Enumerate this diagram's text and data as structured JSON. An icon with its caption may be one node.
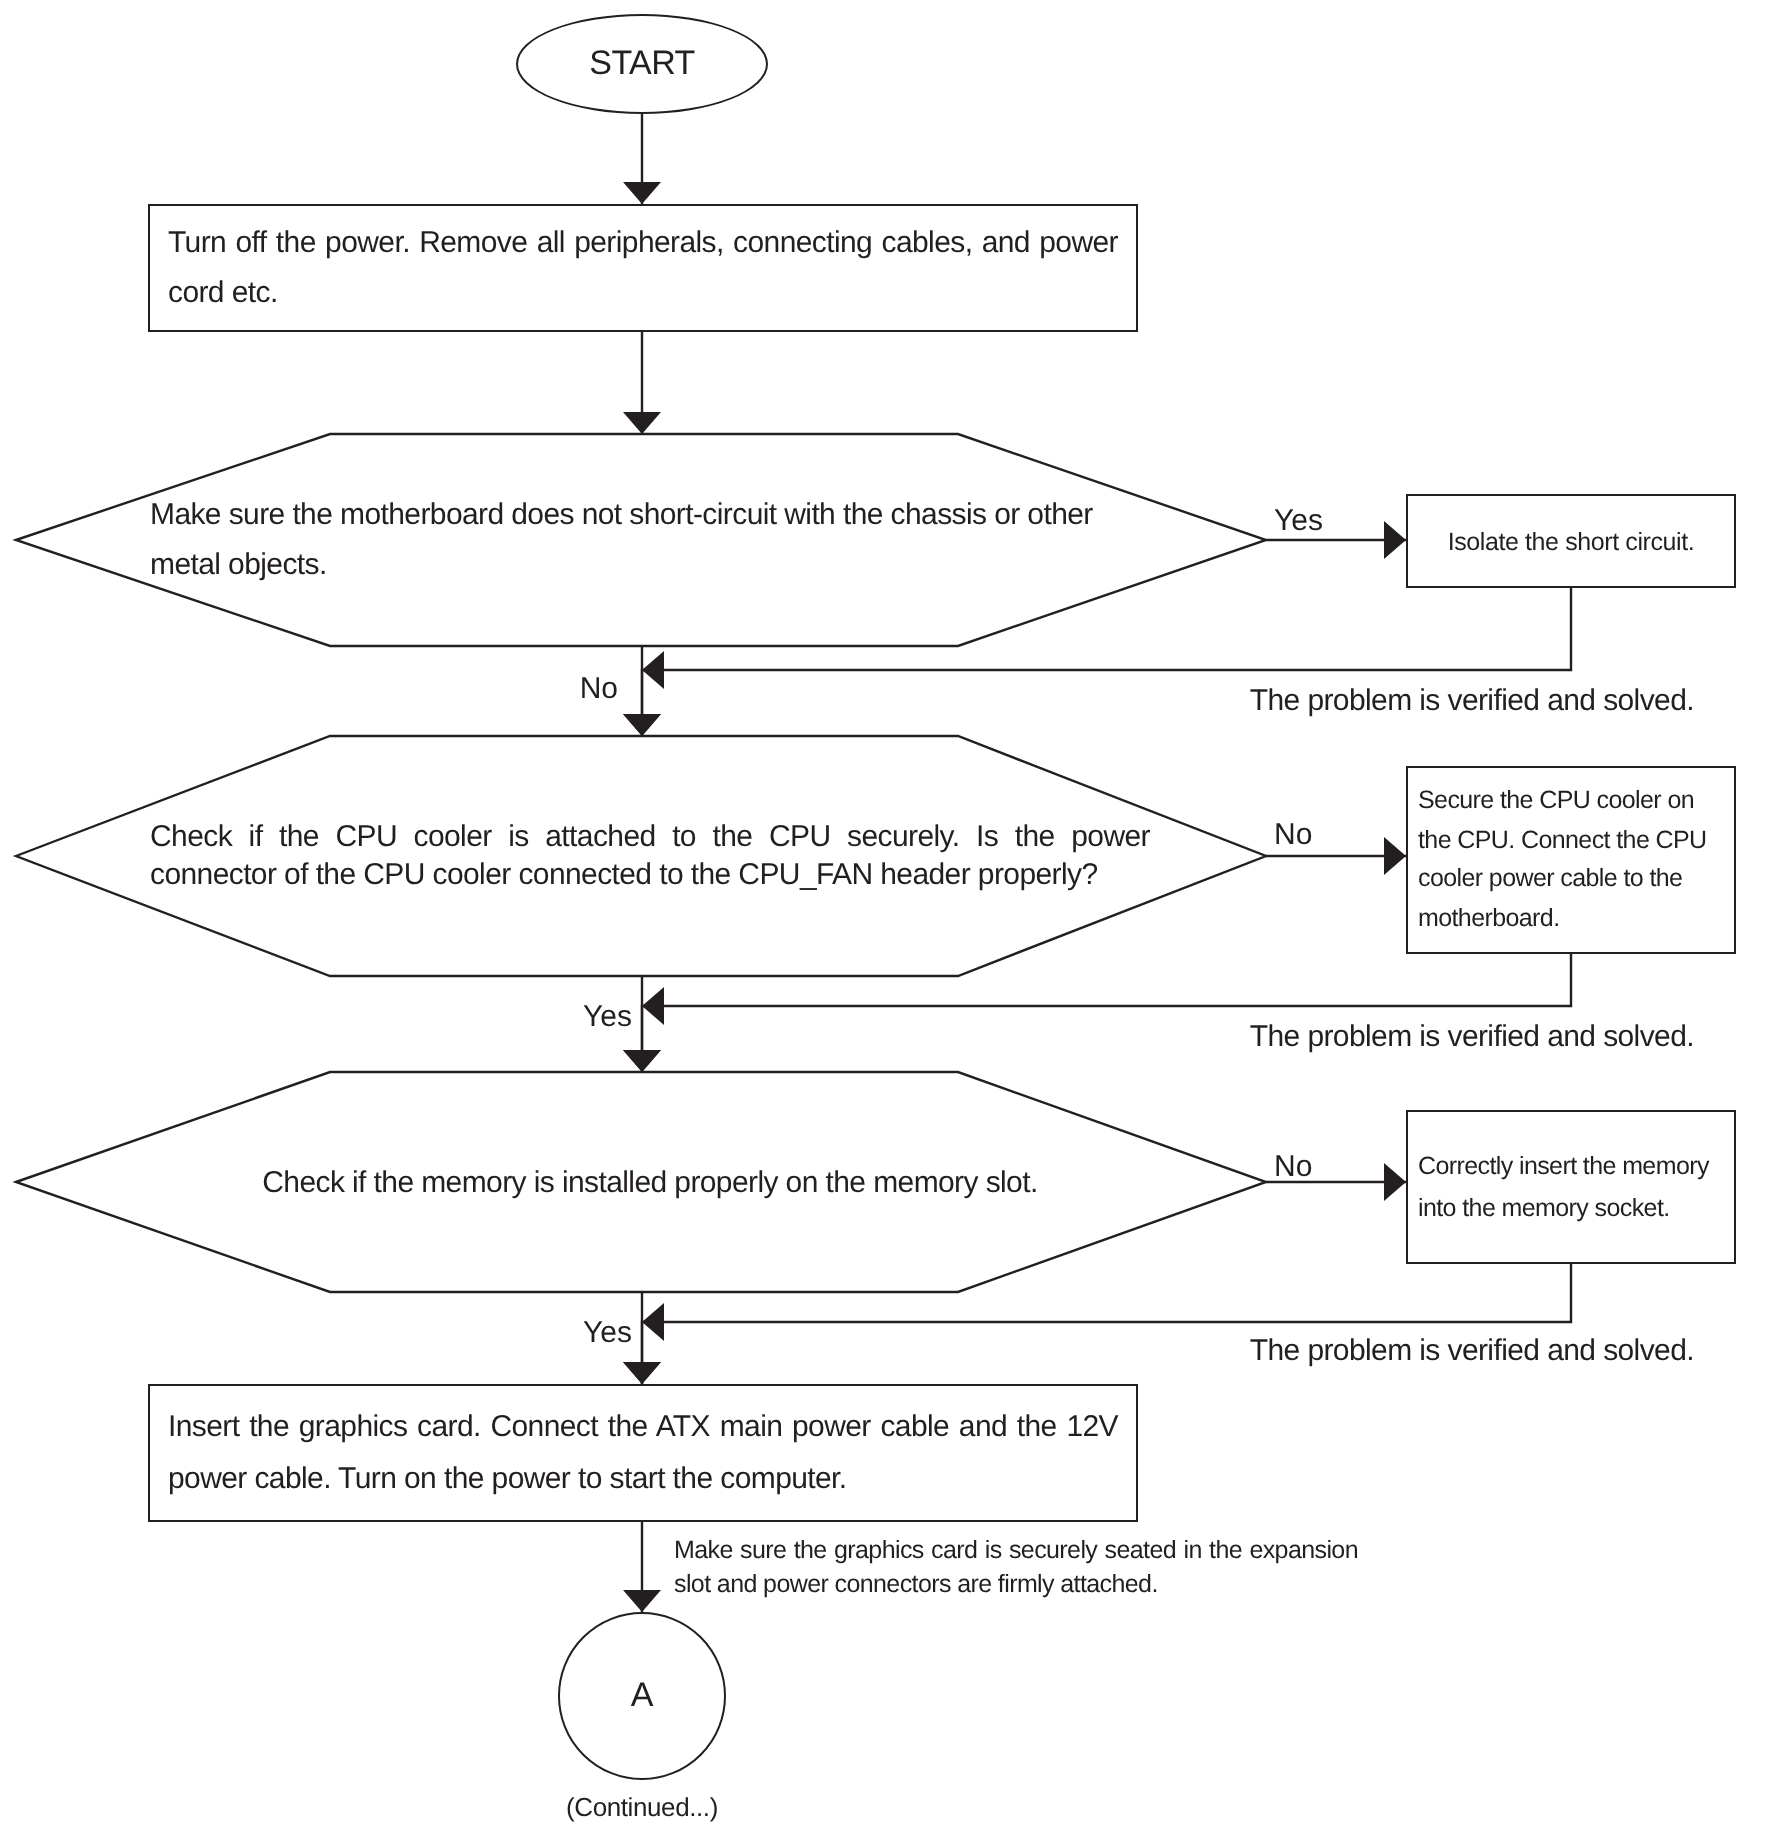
{
  "diagram": {
    "nodes": [
      {
        "text": [
          "START"
        ]
      },
      {
        "text": [
          "Turn off the power. Remove all peripherals, connecting cables, and power cord etc."
        ]
      },
      {
        "text": [
          "Make sure the motherboard does not short-circuit with the chassis or other metal objects."
        ]
      },
      {
        "text": [
          "Isolate the short circuit."
        ]
      },
      {
        "text": [
          "Check if the CPU cooler is attached to the CPU securely. Is the power connector of the CPU cooler connected to the CPU_FAN header properly?"
        ]
      },
      {
        "text": [
          "Secure the CPU cooler on the CPU. Connect the CPU cooler power cable to the motherboard."
        ]
      },
      {
        "text": [
          "Check if the memory is installed properly on the memory slot."
        ]
      },
      {
        "text": [
          "Correctly insert the memory into the memory socket."
        ]
      },
      {
        "text": [
          "Insert the graphics card. Connect the ATX main power cable and the 12V power cable. Turn on the power to start the computer."
        ]
      },
      {
        "text": [
          "A"
        ],
        "beside": [
          "(Continued...)"
        ]
      }
    ],
    "edges": [
      {
        "from": 0,
        "to": 1,
        "arrow": "to"
      },
      {
        "from": 1,
        "to": 2,
        "arrow": "to"
      },
      {
        "from": 2,
        "to": 3,
        "arrow": "to",
        "label": "Yes"
      },
      {
        "from": 3,
        "to": 4,
        "arrow": "to",
        "label": "The problem is verified and solved."
      },
      {
        "from": 2,
        "to": 4,
        "arrow": "to",
        "label": "No"
      },
      {
        "from": 4,
        "to": 5,
        "arrow": "to",
        "label": "No"
      },
      {
        "from": 5,
        "to": 6,
        "arrow": "to",
        "label": "The problem is verified and solved."
      },
      {
        "from": 4,
        "to": 6,
        "arrow": "to",
        "label": "Yes"
      },
      {
        "from": 6,
        "to": 7,
        "arrow": "to",
        "label": "No"
      },
      {
        "from": 7,
        "to": 8,
        "arrow": "to",
        "label": "The problem is verified and solved."
      },
      {
        "from": 6,
        "to": 8,
        "arrow": "to",
        "label": "Yes"
      },
      {
        "from": 8,
        "to": 9,
        "arrow": "to",
        "label": "Make sure the graphics card is securely seated in the expansion slot and power connectors are firmly attached."
      }
    ]
  }
}
